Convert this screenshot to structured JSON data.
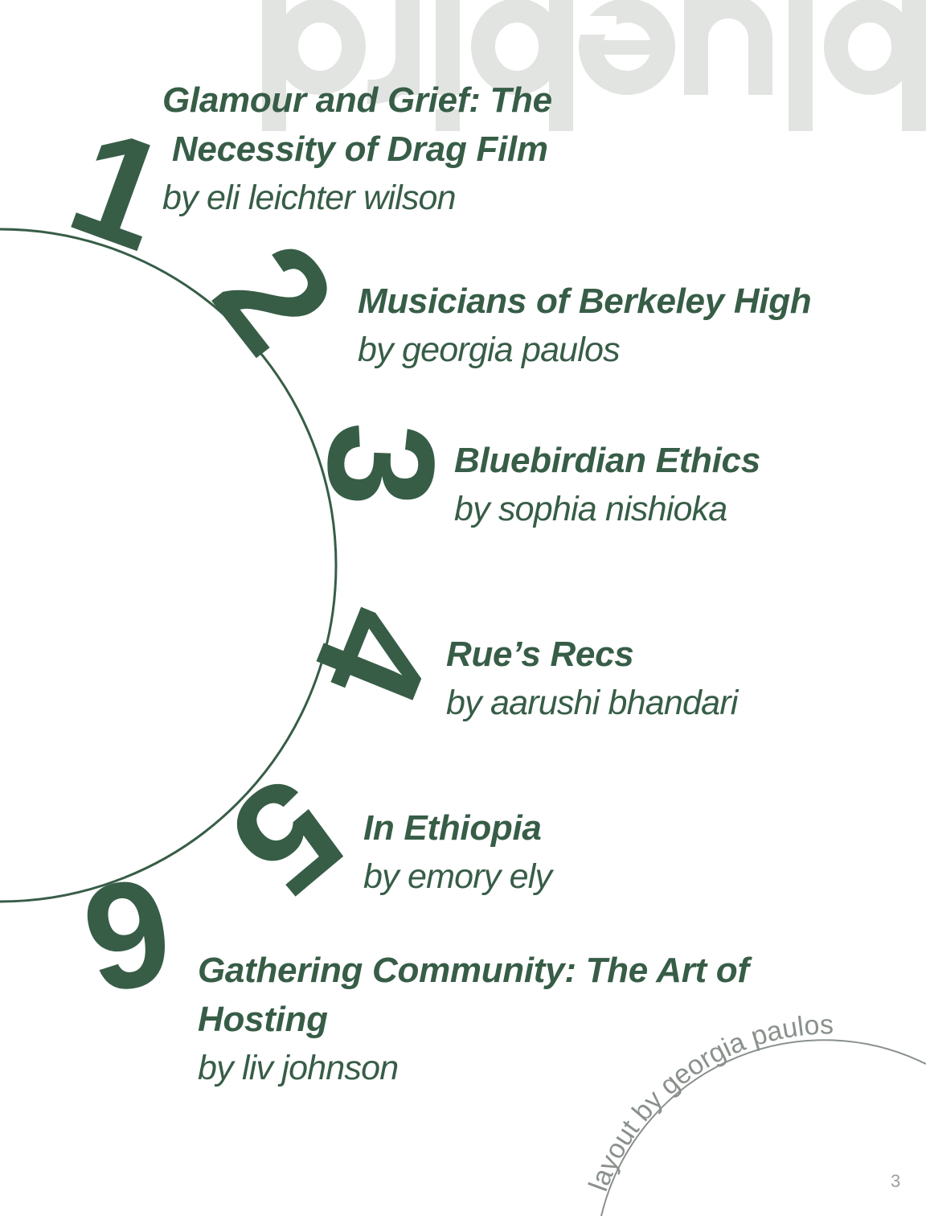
{
  "masthead": "bluebird",
  "colors": {
    "accent": "#375d47",
    "watermark": "#e2e4e1",
    "credit": "#8a918c"
  },
  "entries": [
    {
      "number": "1",
      "title_lines": [
        "Glamour and Grief: The",
        " Necessity of Drag Film"
      ],
      "byline": "by eli leichter wilson"
    },
    {
      "number": "2",
      "title_lines": [
        "Musicians of Berkeley High"
      ],
      "byline": "by georgia paulos"
    },
    {
      "number": "3",
      "title_lines": [
        "Bluebirdian Ethics"
      ],
      "byline": "by sophia nishioka"
    },
    {
      "number": "4",
      "title_lines": [
        "Rue’s Recs"
      ],
      "byline": "by aarushi bhandari"
    },
    {
      "number": "5",
      "title_lines": [
        "In Ethiopia"
      ],
      "byline": "by emory ely"
    },
    {
      "number": "6",
      "title_lines": [
        "Gathering Community: The Art of",
        "Hosting"
      ],
      "byline": "by liv johnson"
    }
  ],
  "credit": "layout by georgia paulos",
  "page_number": "3"
}
